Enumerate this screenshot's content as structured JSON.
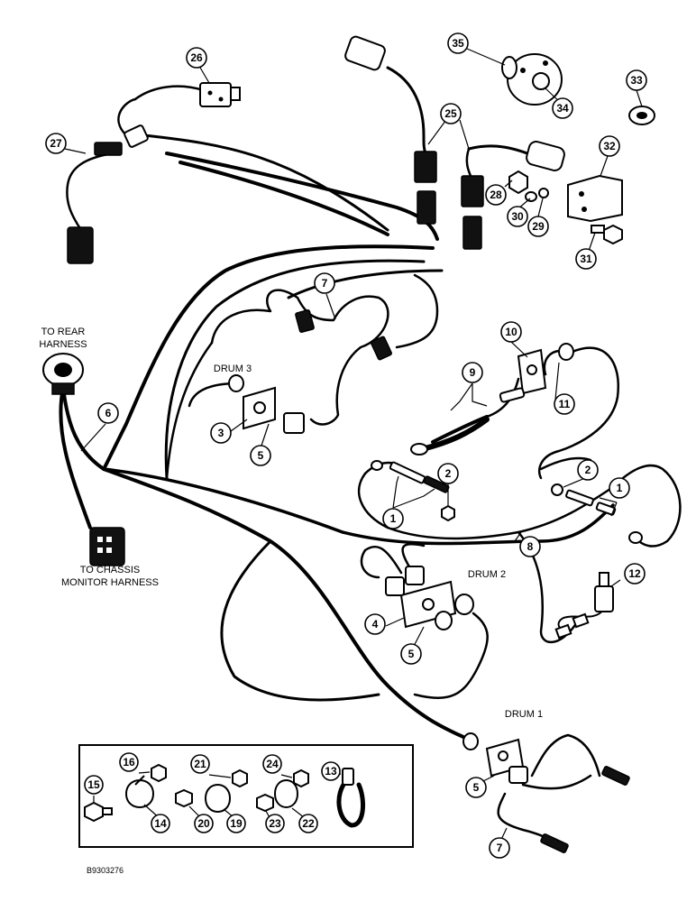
{
  "labels": {
    "to_rear_line1": "TO REAR",
    "to_rear_line2": "HARNESS",
    "to_chassis_line1": "TO CHASSIS",
    "to_chassis_line2": "MONITOR HARNESS",
    "drum3": "DRUM 3",
    "drum2": "DRUM 2",
    "drum1": "DRUM 1",
    "figure_id": "B9303276"
  },
  "callouts": {
    "c26": "26",
    "c27": "27",
    "c25": "25",
    "c35": "35",
    "c34": "34",
    "c33": "33",
    "c32": "32",
    "c28": "28",
    "c30": "30",
    "c29": "29",
    "c31": "31",
    "c7a": "7",
    "c10": "10",
    "c9": "9",
    "c11": "11",
    "c6": "6",
    "c3": "3",
    "c5a": "5",
    "c2a": "2",
    "c1a": "1",
    "c2b": "2",
    "c1b": "1",
    "c8": "8",
    "c12": "12",
    "c4": "4",
    "c5b": "5",
    "c5c": "5",
    "c7b": "7",
    "c16": "16",
    "c21": "21",
    "c24": "24",
    "c13": "13",
    "c15": "15",
    "c14": "14",
    "c20": "20",
    "c19": "19",
    "c23": "23",
    "c22": "22"
  }
}
